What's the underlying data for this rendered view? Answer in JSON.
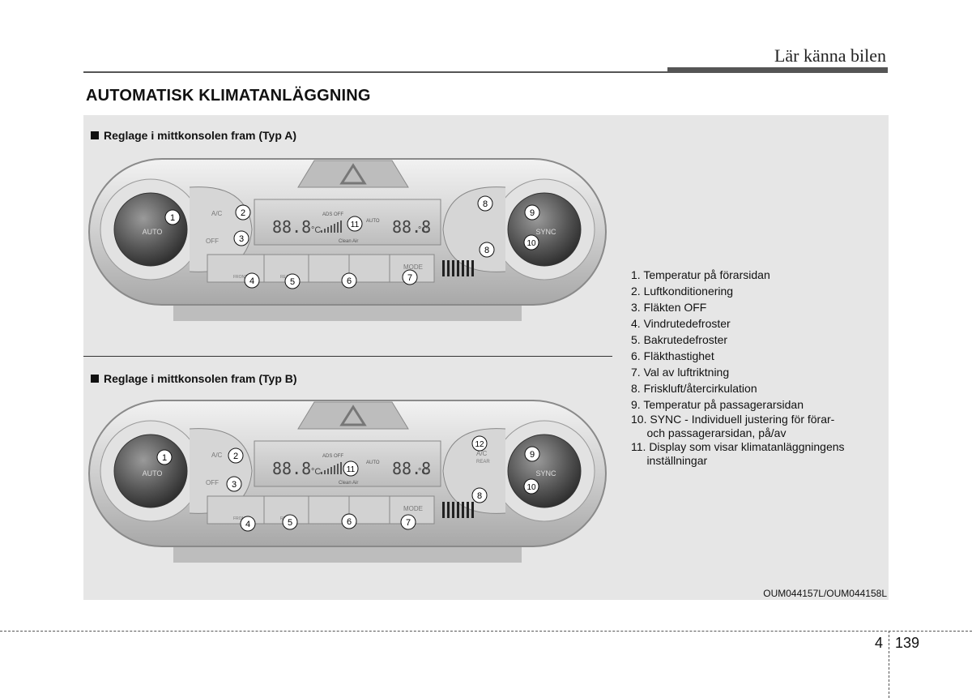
{
  "header": {
    "chapter_title": "Lär känna bilen"
  },
  "section_heading": "AUTOMATISK KLIMATANLÄGGNING",
  "panels": [
    {
      "caption": "Reglage i mittkonsolen fram (Typ A)",
      "display_text": {
        "left_temp": "88.8",
        "left_unit": "°C",
        "right_temp": "88.8",
        "right_unit": "°C",
        "ads_label": "ADS OFF",
        "auto_label": "AUTO",
        "clean_label": "Clean Air"
      },
      "controls": {
        "auto": "AUTO",
        "sync": "SYNC",
        "ac": "A/C",
        "off": "OFF",
        "mode": "MODE",
        "front": "FRONT",
        "rear": "REAR"
      },
      "callouts": [
        "1",
        "2",
        "3",
        "4",
        "5",
        "6",
        "7",
        "8",
        "8",
        "9",
        "10",
        "11"
      ]
    },
    {
      "caption": "Reglage i mittkonsolen fram (Typ B)",
      "display_text": {
        "left_temp": "88.8",
        "left_unit": "°C",
        "right_temp": "88.8",
        "right_unit": "°C",
        "ads_label": "ADS OFF",
        "auto_label": "AUTO",
        "clean_label": "Clean Air"
      },
      "controls": {
        "auto": "AUTO",
        "sync": "SYNC",
        "ac": "A/C",
        "off": "OFF",
        "mode": "MODE",
        "front": "FRONT",
        "rear": "REAR",
        "ac_rear": "A/C",
        "ac_rear_sub": "REAR"
      },
      "callouts": [
        "1",
        "2",
        "3",
        "4",
        "5",
        "6",
        "7",
        "8",
        "9",
        "10",
        "11",
        "12"
      ]
    }
  ],
  "legend": [
    {
      "text": "1. Temperatur på förarsidan"
    },
    {
      "text": "2. Luftkonditionering"
    },
    {
      "text": "3. Fläkten OFF"
    },
    {
      "text": "4. Vindrutedefroster"
    },
    {
      "text": "5. Bakrutedefroster"
    },
    {
      "text": "6. Fläkthastighet"
    },
    {
      "text": "7. Val av luftriktning"
    },
    {
      "text": "8. Friskluft/återcirkulation"
    },
    {
      "text": "9. Temperatur på passagerarsidan"
    },
    {
      "text": "10. SYNC - Individuell justering för förar-",
      "cont": "     och passagerarsidan, på/av"
    },
    {
      "text": "11. Display som visar klimatanläggningens",
      "cont": "     inställningar"
    }
  ],
  "figure_code": "OUM044157L/OUM044158L",
  "footer": {
    "chapter": "4",
    "page": "139"
  }
}
